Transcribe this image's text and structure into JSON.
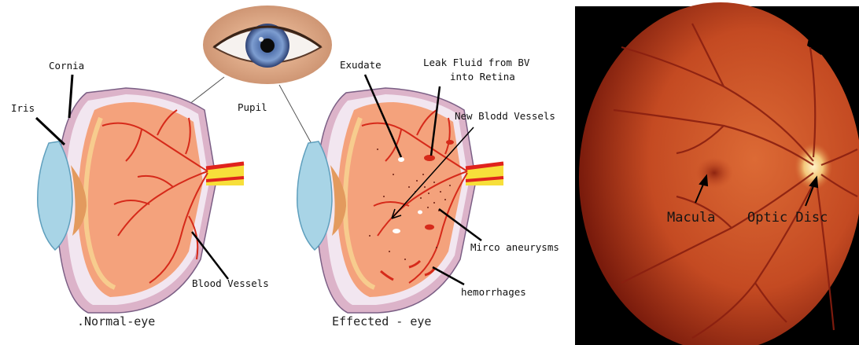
{
  "labels": {
    "cornia": "Cornia",
    "iris": "Iris",
    "pupil": "Pupil",
    "blood_vessels": "Blood Vessels",
    "exudate": "Exudate",
    "leak_fluid_line1": "Leak Fluid from BV",
    "leak_fluid_line2": "into Retina",
    "new_vessels": "New Blodd Vessels",
    "micro_aneurysms": "Mirco aneurysms",
    "hemorrhages": "hemorrhages",
    "macula": "Macula",
    "optic_disc": "Optic Disc"
  },
  "captions": {
    "normal": ".Normal-eye",
    "affected": "Effected - eye"
  },
  "colors": {
    "retina": "#f4a27c",
    "sclera": "#d9a3b8",
    "cornea": "#a8d4e6",
    "vessel": "#d62a1a",
    "fundus_bg": "#c54a22",
    "fundus_edge": "#7a1a0c",
    "optic_disc": "#f2c27a"
  }
}
